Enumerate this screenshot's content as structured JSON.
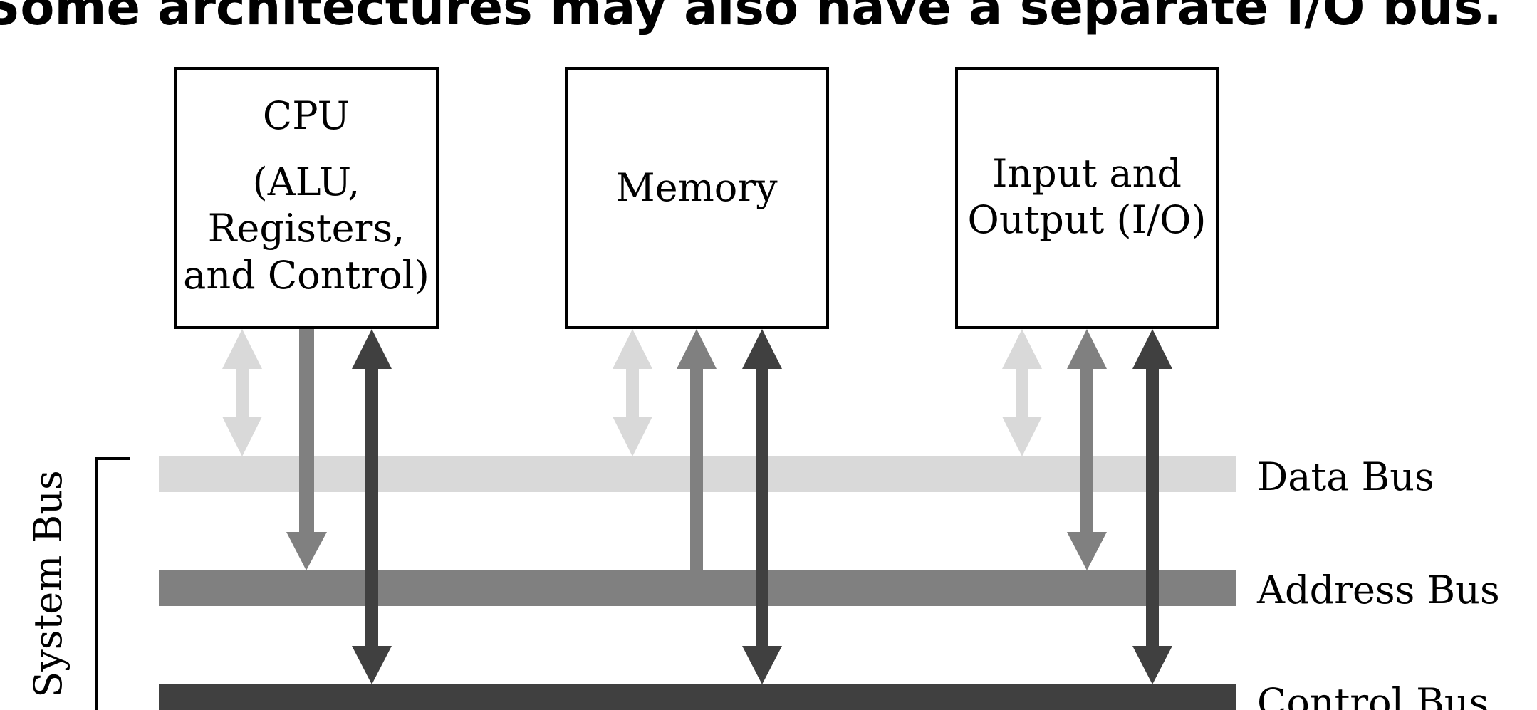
{
  "heading": "Some architectures may also have a separate I/O bus.",
  "components": {
    "cpu": {
      "title": "CPU",
      "detail_lines": [
        "(ALU,",
        "Registers,",
        "and Control)"
      ]
    },
    "memory": {
      "title": "Memory"
    },
    "io": {
      "lines": [
        "Input and",
        "Output (I/O)"
      ]
    }
  },
  "buses": {
    "data": {
      "label": "Data Bus",
      "color": "#d9d9d9"
    },
    "address": {
      "label": "Address Bus",
      "color": "#808080"
    },
    "control": {
      "label": "Control Bus",
      "color": "#404040"
    }
  },
  "system_bus_label": "System Bus"
}
